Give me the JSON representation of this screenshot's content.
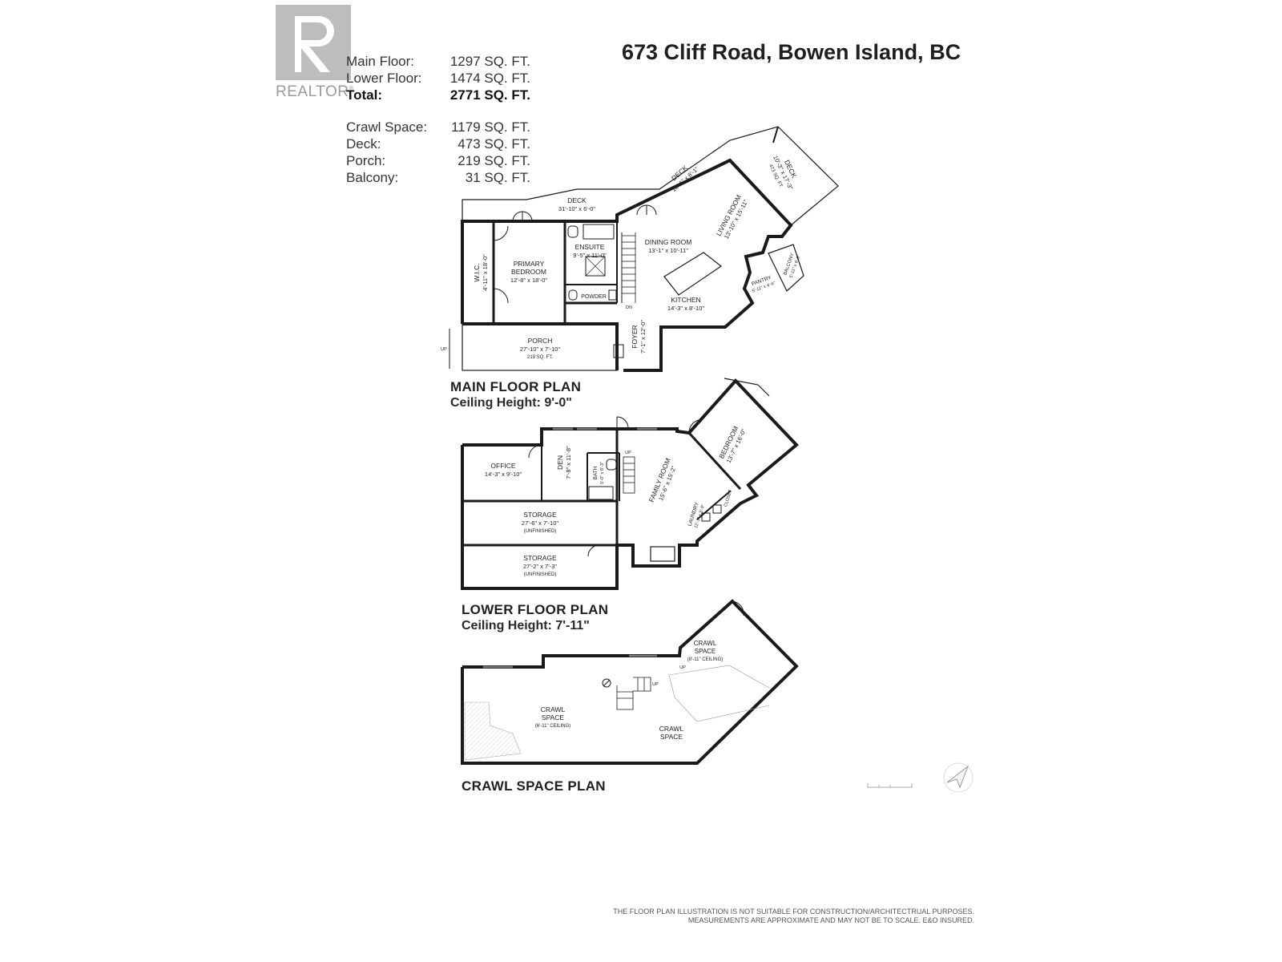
{
  "logo": {
    "word": "REALTOR",
    "mark": "®"
  },
  "title": "673 Cliff Road, Bowen Island, BC",
  "stats": [
    {
      "label": "Main Floor:",
      "value": "1297 SQ. FT."
    },
    {
      "label": "Lower Floor:",
      "value": "1474 SQ. FT."
    },
    {
      "label": "Total:",
      "value": "2771 SQ. FT."
    },
    {
      "label": "Crawl Space:",
      "value": "1179 SQ. FT."
    },
    {
      "label": "Deck:",
      "value": "473 SQ. FT."
    },
    {
      "label": "Porch:",
      "value": "219 SQ. FT."
    },
    {
      "label": "Balcony:",
      "value": "31 SQ. FT."
    }
  ],
  "main_floor": {
    "title": "MAIN FLOOR PLAN",
    "ceiling": "Ceiling Height: 9'-0\"",
    "rooms": {
      "deck_left": {
        "name": "DECK",
        "dim": "31'-10\" x 6'-0\""
      },
      "deck_mid": {
        "name": "DECK",
        "dim": "18'-1\" x 8'-1\""
      },
      "deck_right": {
        "name": "DECK",
        "dim": "10'-3\" x 17'-3\"",
        "area": "473 SQ. FT."
      },
      "wic": {
        "name": "W.I.C.",
        "dim": "4'-11\" x 18'-0\""
      },
      "primary": {
        "name1": "PRIMARY",
        "name2": "BEDROOM",
        "dim": "12'-8\" x 18'-0\""
      },
      "ensuite": {
        "name": "ENSUITE",
        "dim": "9'-5\" x 11'-0\""
      },
      "powder": {
        "name": "POWDER"
      },
      "dining": {
        "name": "DINING ROOM",
        "dim": "13'-1\" x 10'-11\""
      },
      "living": {
        "name": "LIVING ROOM",
        "dim": "13'-10\" x 15'-11\""
      },
      "kitchen": {
        "name": "KITCHEN",
        "dim": "14'-3\" x 8'-10\""
      },
      "pantry": {
        "name": "PANTRY",
        "dim": "5'-11\" x 4'-6\""
      },
      "balcony": {
        "name": "BALCONY",
        "dim": "5'-11\" x 6'-9\""
      },
      "foyer": {
        "name": "FOYER",
        "dim": "7'-1\" x 12'-0\""
      },
      "porch": {
        "name": "PORCH",
        "dim": "27'-10\" x 7'-10\"",
        "area": "219 SQ. FT."
      },
      "up": "UP",
      "dn": "DN"
    }
  },
  "lower_floor": {
    "title": "LOWER FLOOR PLAN",
    "ceiling": "Ceiling Height: 7'-11\"",
    "rooms": {
      "office": {
        "name": "OFFICE",
        "dim": "14'-3\" x 9'-10\""
      },
      "den": {
        "name": "DEN",
        "dim": "7'-8\" x 11'-8\""
      },
      "bath": {
        "name": "BATH",
        "dim": "5'-0\" x 8'-3\""
      },
      "family": {
        "name": "FAMILY ROOM",
        "dim": "15'-6\" x 15'-2\""
      },
      "bedroom": {
        "name": "BEDROOM",
        "dim": "13'-7\" x 16'-0\""
      },
      "laundry": {
        "name": "LAUNDRY",
        "dim": "12'-1\" x 5'-9\""
      },
      "closet": {
        "name": "CLOSET"
      },
      "storage1": {
        "name": "STORAGE",
        "dim": "27'-6\" x 7'-10\"",
        "note": "(UNFINISHED)"
      },
      "storage2": {
        "name": "STORAGE",
        "dim": "27'-2\" x 7'-3\"",
        "note": "(UNFINISHED)"
      },
      "up": "UP"
    }
  },
  "crawl": {
    "title": "CRAWL SPACE PLAN",
    "rooms": {
      "left": {
        "name1": "CRAWL",
        "name2": "SPACE",
        "note": "(6'-11\" CEILING)"
      },
      "right": {
        "name1": "CRAWL",
        "name2": "SPACE"
      },
      "upper": {
        "name1": "CRAWL",
        "name2": "SPACE",
        "note": "(8'-11\" CEILING)"
      },
      "up": "UP"
    }
  },
  "disclaimer": {
    "line1": "THE FLOOR PLAN ILLUSTRATION IS NOT SUITABLE FOR CONSTRUCTION/ARCHITECTRUAL PURPOSES.",
    "line2": "MEASUREMENTS ARE APPROXIMATE AND MAY NOT BE TO SCALE. E&O INSURED."
  },
  "icons": [
    "realtor-logo-icon",
    "compass-icon",
    "scale-bar-icon"
  ]
}
